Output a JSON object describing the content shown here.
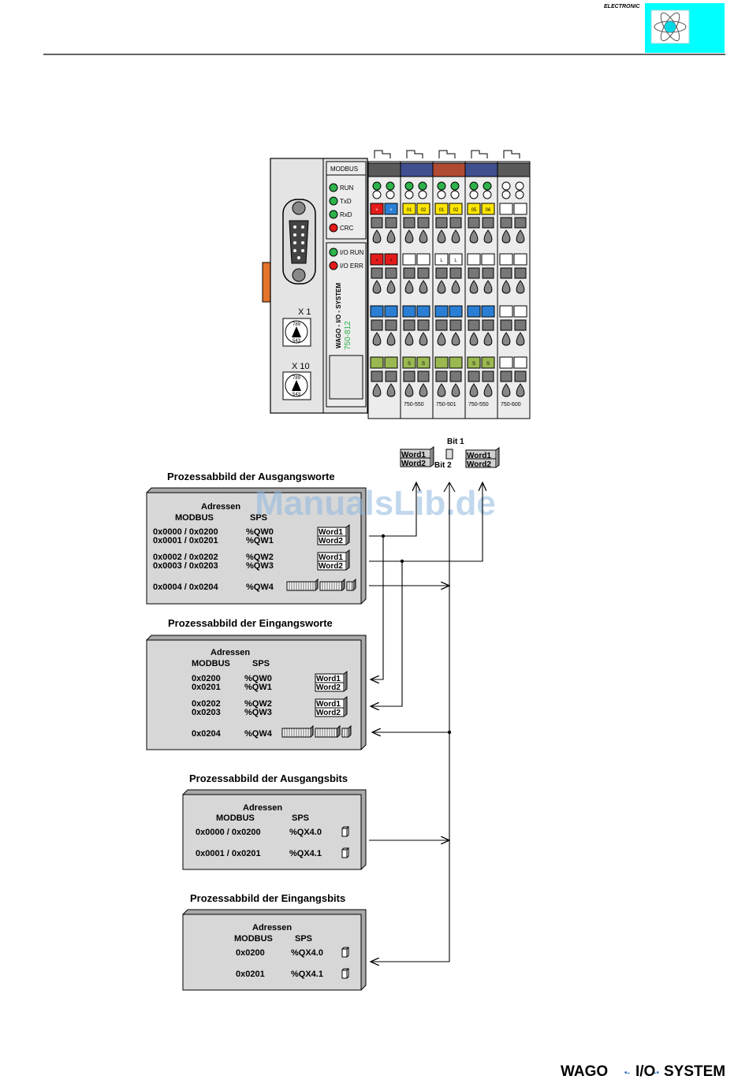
{
  "header": {
    "brand_small": "ELECTRONIC",
    "logo_color": "#00ffff"
  },
  "coupler": {
    "bus": "MODBUS",
    "leds": [
      {
        "label": "RUN",
        "color": "#2db34a"
      },
      {
        "label": "TxD",
        "color": "#2db34a"
      },
      {
        "label": "RxD",
        "color": "#2db34a"
      },
      {
        "label": "CRC",
        "color": "#e41b1b"
      }
    ],
    "io_leds": [
      {
        "label": "I/O RUN",
        "color": "#2db34a"
      },
      {
        "label": "I/O ERR",
        "color": "#e41b1b"
      }
    ],
    "vertical_brand": "WAGO - I/O - SYSTEM",
    "vertical_model": "750-812",
    "switch_x1": "X 1",
    "switch_x10": "X 10",
    "switch_digits": "7 8 9 0 1 2 3 4 5 6"
  },
  "modules": [
    {
      "label": "",
      "color": "#5a5a5a"
    },
    {
      "label": "750-550",
      "color": "#3f4f90"
    },
    {
      "label": "750-501",
      "color": "#b04a32"
    },
    {
      "label": "750-550",
      "color": "#3f4f90"
    },
    {
      "label": "750-600",
      "color": "#5a5a5a"
    }
  ],
  "module_cells": {
    "row1": [
      "+",
      "+",
      "01",
      "02",
      "01",
      "02",
      "05",
      "06",
      "",
      ""
    ],
    "row2": [
      "+",
      "+",
      "",
      "",
      "L",
      "L",
      "",
      "",
      "",
      ""
    ],
    "row3": [
      "",
      "",
      "",
      "",
      "",
      "",
      "",
      "",
      "",
      ""
    ],
    "row4": [
      "",
      "",
      "S",
      "S",
      "",
      "",
      "S",
      "S",
      "",
      ""
    ]
  },
  "top_legend": {
    "word1": "Word1",
    "word2": "Word2",
    "bit1": "Bit 1",
    "bit2": "Bit 2"
  },
  "watermark": "ManualsLib.de",
  "panels": [
    {
      "title": "Prozessabbild der Ausgangsworte",
      "header1": "Adressen",
      "col1": "MODBUS",
      "col2": "SPS",
      "rows": [
        {
          "a": "0x0000 / 0x0200",
          "b": "0x0001 / 0x0201",
          "s1": "%QW0",
          "s2": "%QW1",
          "w1": "Word1",
          "w2": "Word2"
        },
        {
          "a": "0x0002 / 0x0202",
          "b": "0x0003 / 0x0203",
          "s1": "%QW2",
          "s2": "%QW3",
          "w1": "Word1",
          "w2": "Word2"
        }
      ],
      "last": {
        "a": "0x0004 / 0x0204",
        "s": "%QW4"
      }
    },
    {
      "title": "Prozessabbild der Eingangsworte",
      "header1": "Adressen",
      "col1": "MODBUS",
      "col2": "SPS",
      "rows": [
        {
          "a": "0x0200",
          "b": "0x0201",
          "s1": "%QW0",
          "s2": "%QW1",
          "w1": "Word1",
          "w2": "Word2"
        },
        {
          "a": "0x0202",
          "b": "0x0203",
          "s1": "%QW2",
          "s2": "%QW3",
          "w1": "Word1",
          "w2": "Word2"
        }
      ],
      "last": {
        "a": "0x0204",
        "s": "%QW4"
      }
    },
    {
      "title": "Prozessabbild der Ausgangsbits",
      "header1": "Adressen",
      "col1": "MODBUS",
      "col2": "SPS",
      "bits": [
        {
          "a": "0x0000 / 0x0200",
          "s": "%QX4.0"
        },
        {
          "a": "0x0001 / 0x0201",
          "s": "%QX4.1"
        }
      ]
    },
    {
      "title": "Prozessabbild der Eingangsbits",
      "header1": "Adressen",
      "col1": "MODBUS",
      "col2": "SPS",
      "bits": [
        {
          "a": "0x0200",
          "s": "%QX4.0"
        },
        {
          "a": "0x0201",
          "s": "%QX4.1"
        }
      ]
    }
  ],
  "footer": {
    "wago": "WAGO",
    "io": "I/O",
    "system": "SYSTEM",
    "accent": "#2f6fb5"
  }
}
